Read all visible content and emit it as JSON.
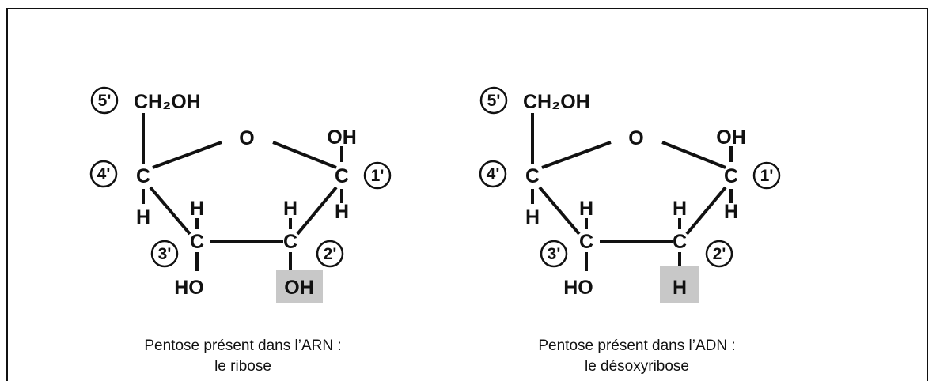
{
  "colors": {
    "highlight": "#c8c8c8",
    "ink": "#111111"
  },
  "molecules": [
    {
      "id": "ribose",
      "labels": {
        "ch2oh": "CH₂OH",
        "o_ring": "O",
        "c1_oh": "OH",
        "c4": "C",
        "c1": "C",
        "h4": "H",
        "h3_top": "H",
        "h2_top": "H",
        "h1_bottom": "H",
        "c3": "C",
        "c2": "C",
        "c3_sub": "HO",
        "c2_sub": "OH"
      },
      "positions": {
        "p5": "5'",
        "p4": "4'",
        "p1": "1'",
        "p3": "3'",
        "p2": "2'"
      },
      "caption_line1": "Pentose présent dans l’ARN :",
      "caption_line2": "le ribose"
    },
    {
      "id": "desoxyribose",
      "labels": {
        "ch2oh": "CH₂OH",
        "o_ring": "O",
        "c1_oh": "OH",
        "c4": "C",
        "c1": "C",
        "h4": "H",
        "h3_top": "H",
        "h2_top": "H",
        "h1_bottom": "H",
        "c3": "C",
        "c2": "C",
        "c3_sub": "HO",
        "c2_sub": "H"
      },
      "positions": {
        "p5": "5'",
        "p4": "4'",
        "p1": "1'",
        "p3": "3'",
        "p2": "2'"
      },
      "caption_line1": "Pentose présent dans l’ADN :",
      "caption_line2": "le désoxyribose"
    }
  ]
}
